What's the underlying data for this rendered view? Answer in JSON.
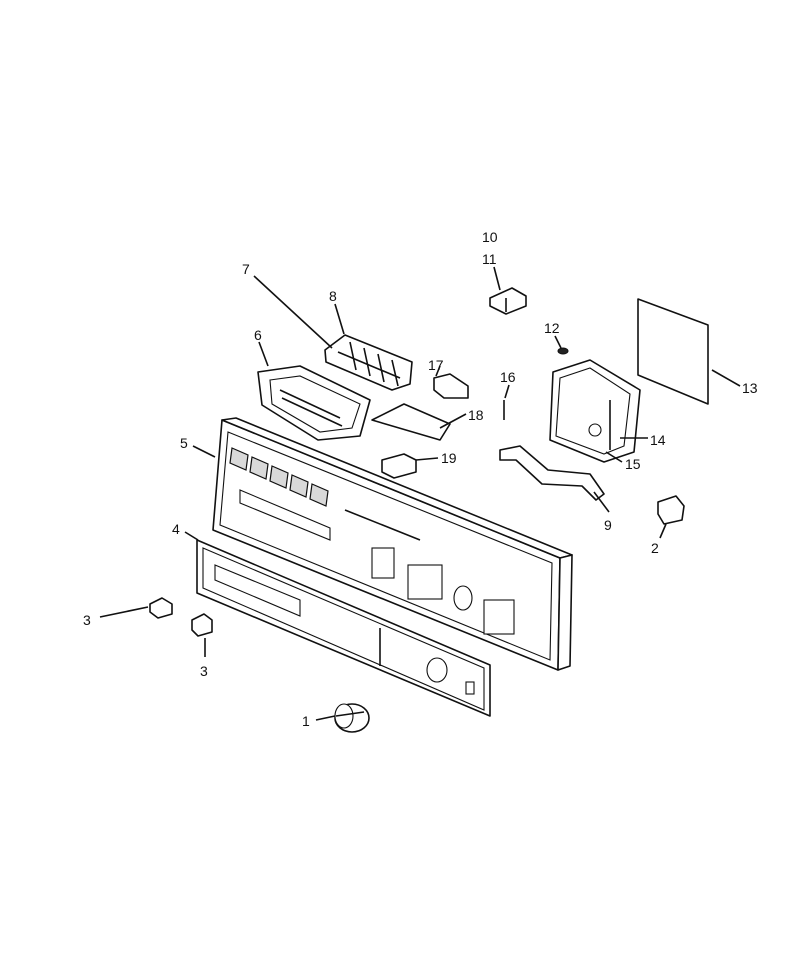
{
  "diagram": {
    "callouts": [
      {
        "id": "c1",
        "label": "1"
      },
      {
        "id": "c2",
        "label": "2"
      },
      {
        "id": "c3a",
        "label": "3"
      },
      {
        "id": "c3b",
        "label": "3"
      },
      {
        "id": "c4",
        "label": "4"
      },
      {
        "id": "c5",
        "label": "5"
      },
      {
        "id": "c6",
        "label": "6"
      },
      {
        "id": "c7",
        "label": "7"
      },
      {
        "id": "c8",
        "label": "8"
      },
      {
        "id": "c9",
        "label": "9"
      },
      {
        "id": "c10",
        "label": "10"
      },
      {
        "id": "c11",
        "label": "11"
      },
      {
        "id": "c12",
        "label": "12"
      },
      {
        "id": "c13",
        "label": "13"
      },
      {
        "id": "c14",
        "label": "14"
      },
      {
        "id": "c15",
        "label": "15"
      },
      {
        "id": "c16",
        "label": "16"
      },
      {
        "id": "c17",
        "label": "17"
      },
      {
        "id": "c18",
        "label": "18"
      },
      {
        "id": "c19",
        "label": "19"
      }
    ]
  }
}
